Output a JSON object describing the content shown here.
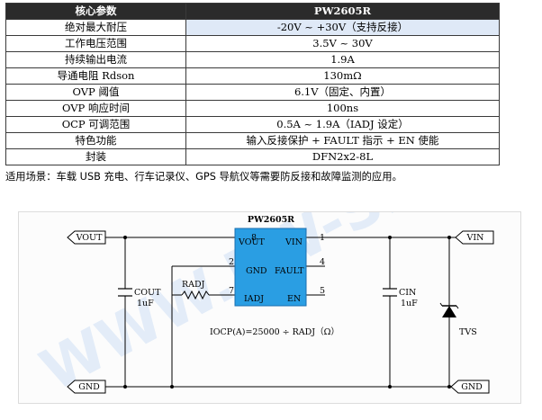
{
  "table": {
    "header": [
      "核心参数",
      "PW2605R"
    ],
    "rows": [
      [
        "绝对最大耐压",
        "-20V ~ +30V（支持反接）"
      ],
      [
        "工作电压范围",
        "3.5V ~ 30V"
      ],
      [
        "持续输出电流",
        "1.9A"
      ],
      [
        "导通电阻 Rdson",
        "130mΩ"
      ],
      [
        "OVP 阈值",
        "6.1V（固定、内置）"
      ],
      [
        "OVP 响应时间",
        "100ns"
      ],
      [
        "OCP 可调范围",
        "0.5A ~ 1.9A（IADJ 设定）"
      ],
      [
        "特色功能",
        "输入反接保护 + FAULT 指示 + EN 使能"
      ],
      [
        "封装",
        "DFN2x2-8L"
      ]
    ]
  },
  "note": "适用场景：车载 USB 充电、行车记录仪、GPS 导航仪等需要防反接和故障监测的应用。",
  "circuit": {
    "chip_name": "PW2605R",
    "pins": {
      "p8": "8",
      "vout": "VOUT",
      "vin": "VIN",
      "p1": "1",
      "p2": "2",
      "gnd": "GND",
      "fault": "FAULT",
      "p4": "4",
      "p7": "7",
      "iadj": "IADJ",
      "en": "EN",
      "p5": "5"
    },
    "ports": {
      "vout": "VOUT",
      "vin": "VIN",
      "gnd_left": "GND",
      "gnd_right": "GND"
    },
    "components": {
      "cout_name": "COUT",
      "cout_val": "1uF",
      "cin_name": "CIN",
      "cin_val": "1uF",
      "radj": "RADJ",
      "tvs": "TVS"
    },
    "formula": "IOCP(A)=25000 ÷ RADJ（Ω）",
    "watermark": "WWW.PW-SEMI.COM"
  },
  "colors": {
    "chip_fill": "#2a9ee3",
    "table_header": "#2b2b2b",
    "highlight_cell": "#dfe9f7"
  }
}
